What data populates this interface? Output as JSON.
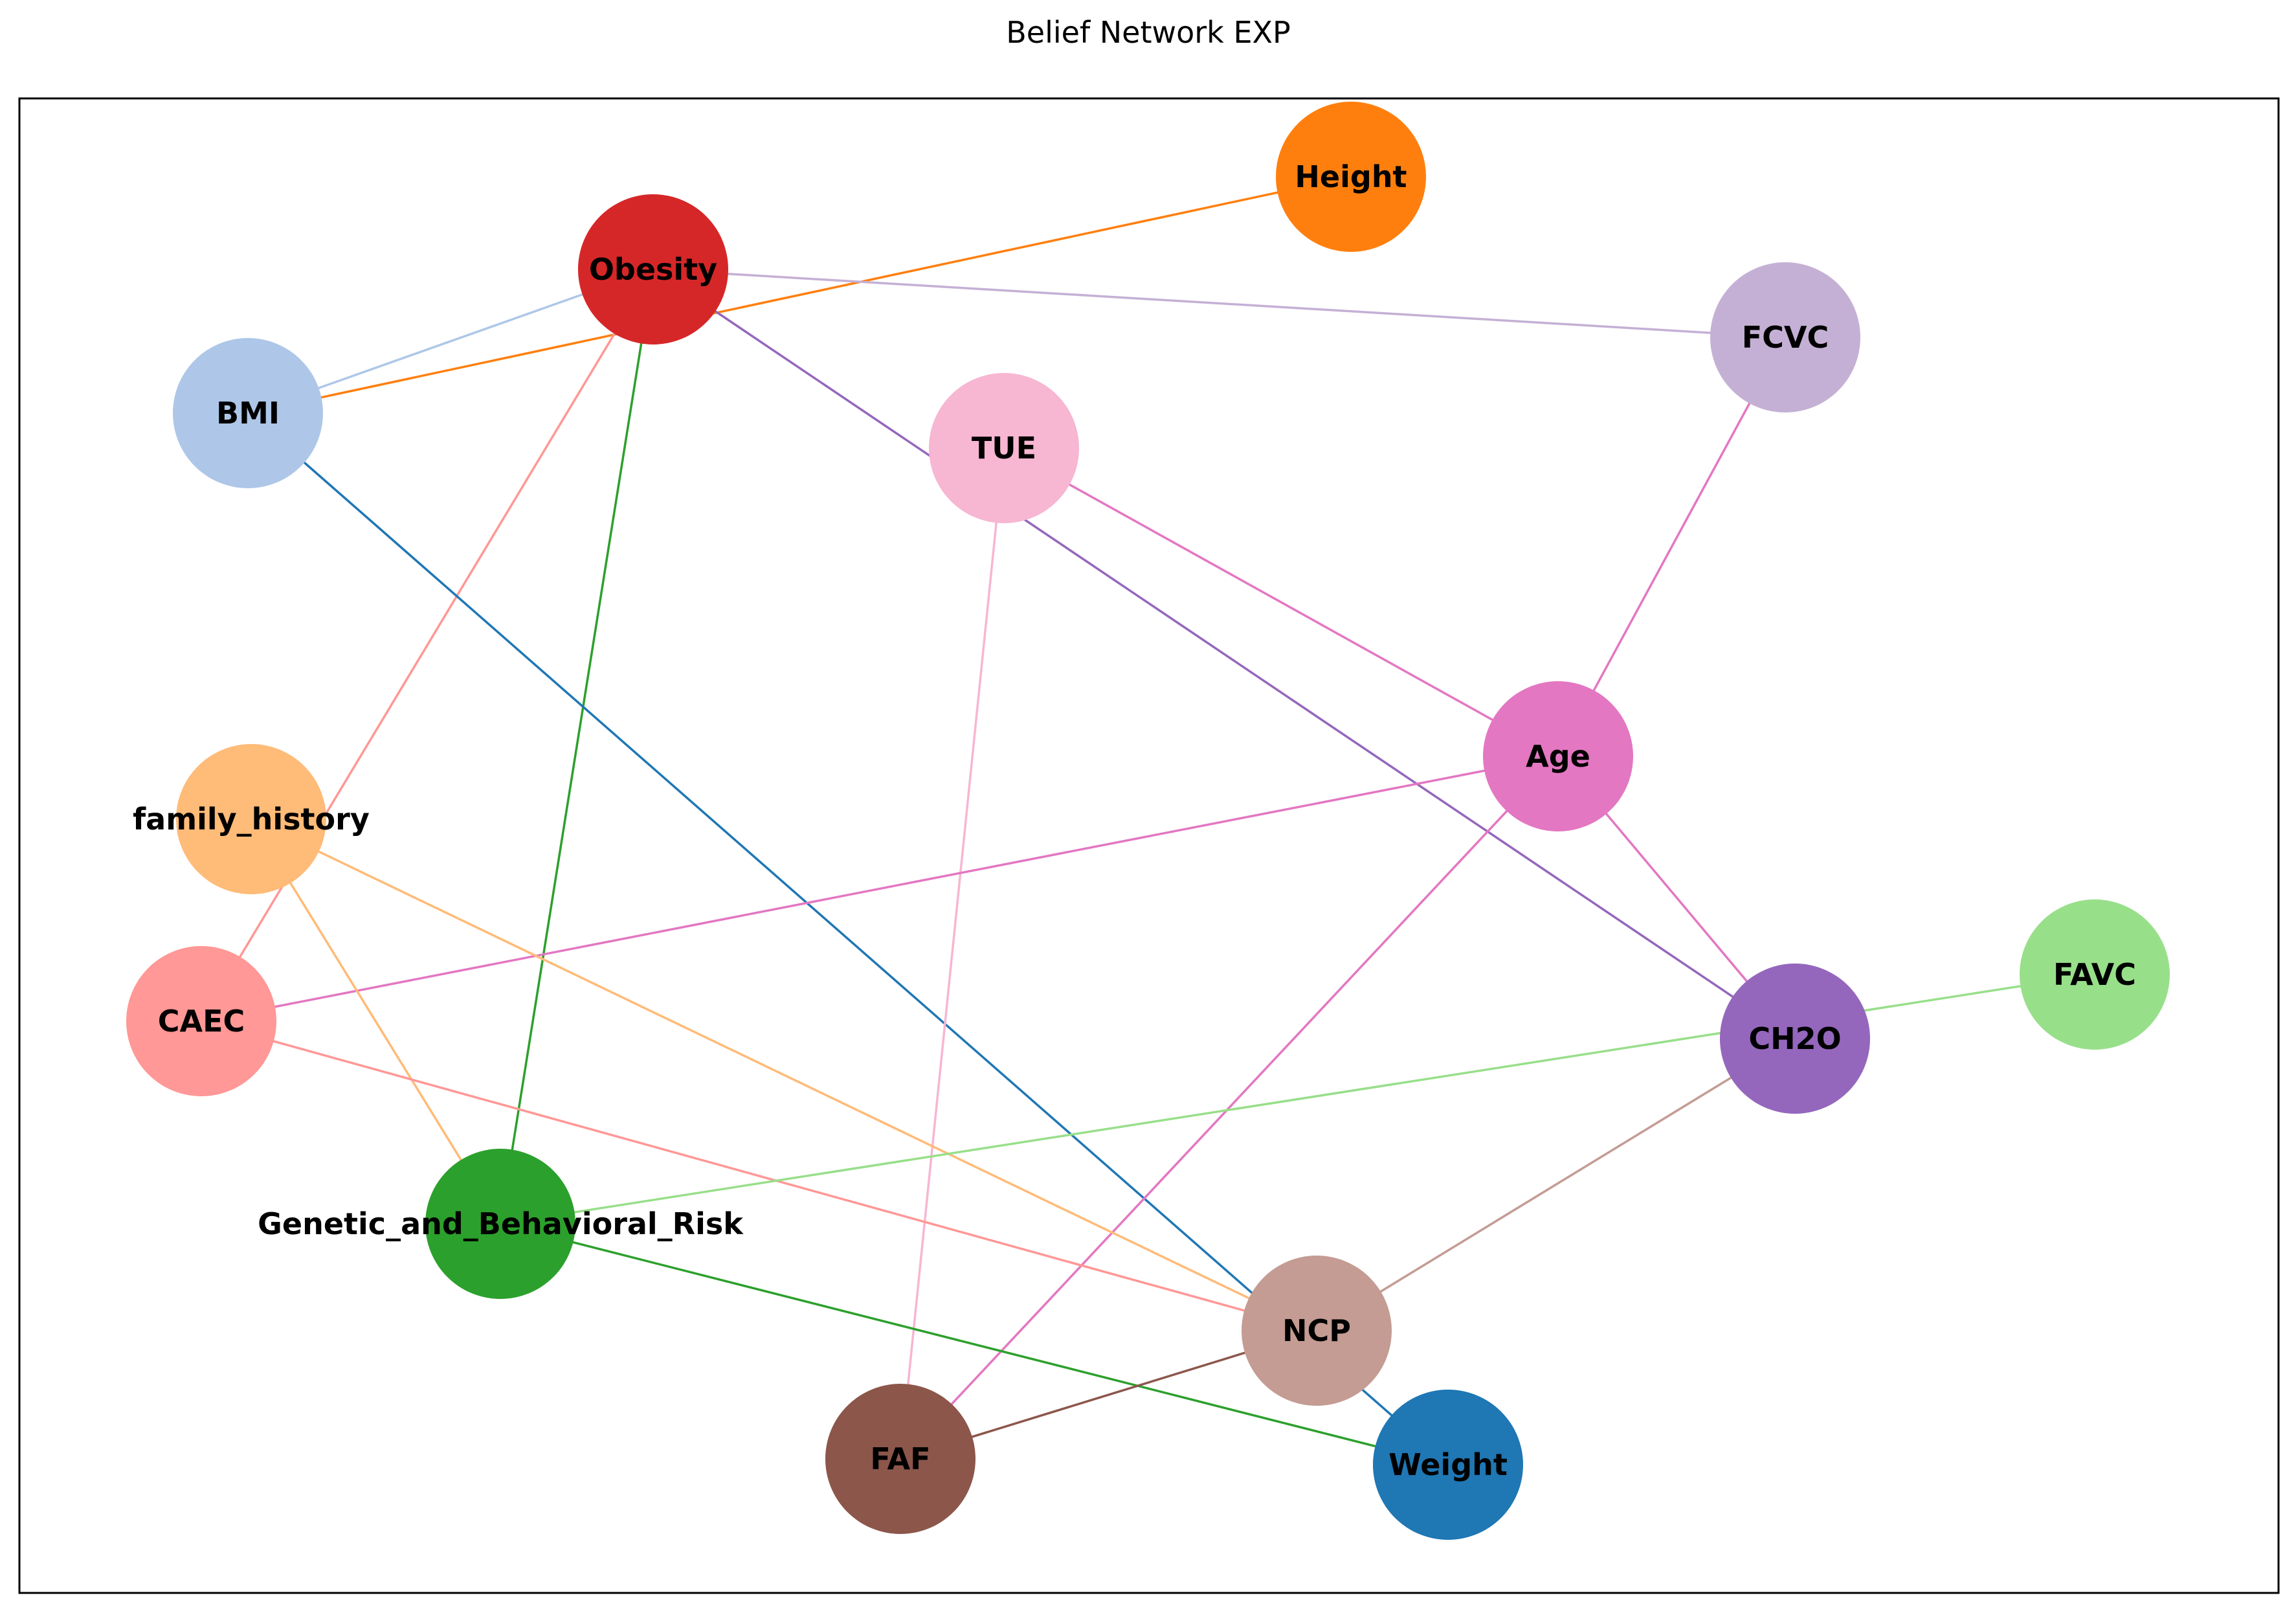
{
  "title": "Belief Network EXP",
  "nodes": [
    {
      "id": "Obesity",
      "label": "Obesity",
      "color": "#d62728"
    },
    {
      "id": "Height",
      "label": "Height",
      "color": "#ff7f0e"
    },
    {
      "id": "BMI",
      "label": "BMI",
      "color": "#aec7e8"
    },
    {
      "id": "FCVC",
      "label": "FCVC",
      "color": "#c5b0d5"
    },
    {
      "id": "TUE",
      "label": "TUE",
      "color": "#f7b6d2"
    },
    {
      "id": "Age",
      "label": "Age",
      "color": "#e377c2"
    },
    {
      "id": "family_history",
      "label": "family_history",
      "color": "#ffbb78"
    },
    {
      "id": "CAEC",
      "label": "CAEC",
      "color": "#ff9896"
    },
    {
      "id": "FAVC",
      "label": "FAVC",
      "color": "#98df8a"
    },
    {
      "id": "CH2O",
      "label": "CH2O",
      "color": "#9467bd"
    },
    {
      "id": "Genetic_and_Behavioral_Risk",
      "label": "Genetic_and_Behavioral_Risk",
      "color": "#2ca02c"
    },
    {
      "id": "NCP",
      "label": "NCP",
      "color": "#c49c94"
    },
    {
      "id": "FAF",
      "label": "FAF",
      "color": "#8c564b"
    },
    {
      "id": "Weight",
      "label": "Weight",
      "color": "#1f77b4"
    }
  ],
  "edges": [
    {
      "source": "BMI",
      "target": "Obesity",
      "color": "#aec7e8"
    },
    {
      "source": "BMI",
      "target": "Height",
      "color": "#ff7f0e"
    },
    {
      "source": "Obesity",
      "target": "FCVC",
      "color": "#c5b0d5"
    },
    {
      "source": "Obesity",
      "target": "CH2O",
      "color": "#9467bd"
    },
    {
      "source": "Obesity",
      "target": "CAEC",
      "color": "#ff9896"
    },
    {
      "source": "Obesity",
      "target": "Genetic_and_Behavioral_Risk",
      "color": "#2ca02c"
    },
    {
      "source": "BMI",
      "target": "Weight",
      "color": "#1f77b4"
    },
    {
      "source": "TUE",
      "target": "Age",
      "color": "#e377c2"
    },
    {
      "source": "TUE",
      "target": "FAF",
      "color": "#f7b6d2"
    },
    {
      "source": "FCVC",
      "target": "Age",
      "color": "#e377c2"
    },
    {
      "source": "Age",
      "target": "CAEC",
      "color": "#e377c2"
    },
    {
      "source": "Age",
      "target": "CH2O",
      "color": "#e377c2"
    },
    {
      "source": "Age",
      "target": "FAF",
      "color": "#e377c2"
    },
    {
      "source": "family_history",
      "target": "Genetic_and_Behavioral_Risk",
      "color": "#ffbb78"
    },
    {
      "source": "family_history",
      "target": "NCP",
      "color": "#ffbb78"
    },
    {
      "source": "CAEC",
      "target": "NCP",
      "color": "#ff9896"
    },
    {
      "source": "Genetic_and_Behavioral_Risk",
      "target": "FAVC",
      "color": "#98df8a"
    },
    {
      "source": "Genetic_and_Behavioral_Risk",
      "target": "Weight",
      "color": "#2ca02c"
    },
    {
      "source": "CH2O",
      "target": "NCP",
      "color": "#c49c94"
    },
    {
      "source": "NCP",
      "target": "FAF",
      "color": "#8c564b"
    }
  ]
}
